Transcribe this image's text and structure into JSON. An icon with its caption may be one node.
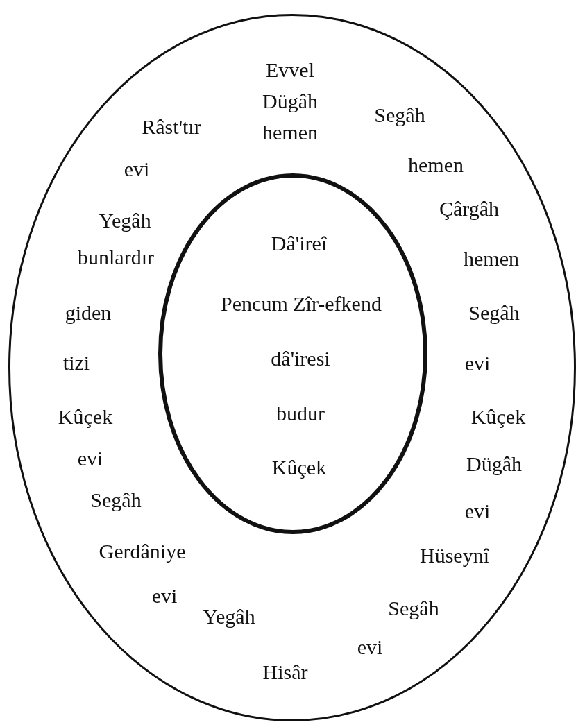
{
  "diagram": {
    "nodes": [
      {
        "text": [
          "Evvel",
          "Dügâh",
          "hemen",
          "Segâh",
          "hemen",
          "Çârgâh",
          "hemen",
          "Segâh",
          "evi",
          "Kûçek",
          "Dügâh",
          "evi",
          "Hüseynî",
          "Segâh",
          "evi",
          "Hisâr",
          "Yegâh",
          "evi",
          "Gerdâniye",
          "Segâh",
          "evi",
          "Kûçek",
          "tizi",
          "giden",
          "bunlardır",
          "Yegâh",
          "evi",
          "Râst'tır"
        ]
      },
      {
        "text": [
          "Dâ'ireî",
          "Pencum Zîr-efkend",
          "dâ'iresi",
          "budur",
          "Kûçek"
        ],
        "in": 0
      }
    ]
  }
}
